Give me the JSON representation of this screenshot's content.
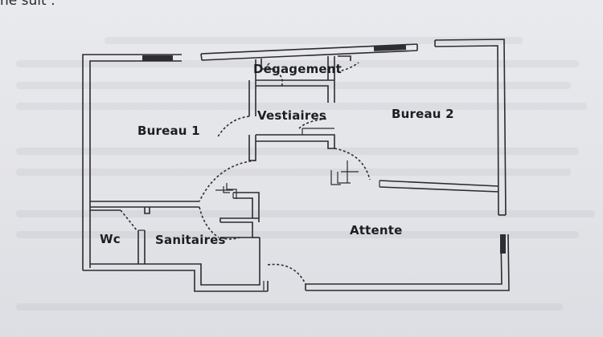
{
  "header": {
    "text": "ne suit :"
  },
  "floor_plan": {
    "rooms": {
      "degagement": "Dégagement",
      "vestiaires": "Vestiaires",
      "bureau_1": "Bureau 1",
      "bureau_2": "Bureau 2",
      "wc": "Wc",
      "sanitaires": "Sanitaires",
      "attente": "Attente"
    }
  },
  "colors": {
    "walls": "#2b2b30",
    "paper": "#e6e7eb",
    "text": "#1e1e22"
  }
}
